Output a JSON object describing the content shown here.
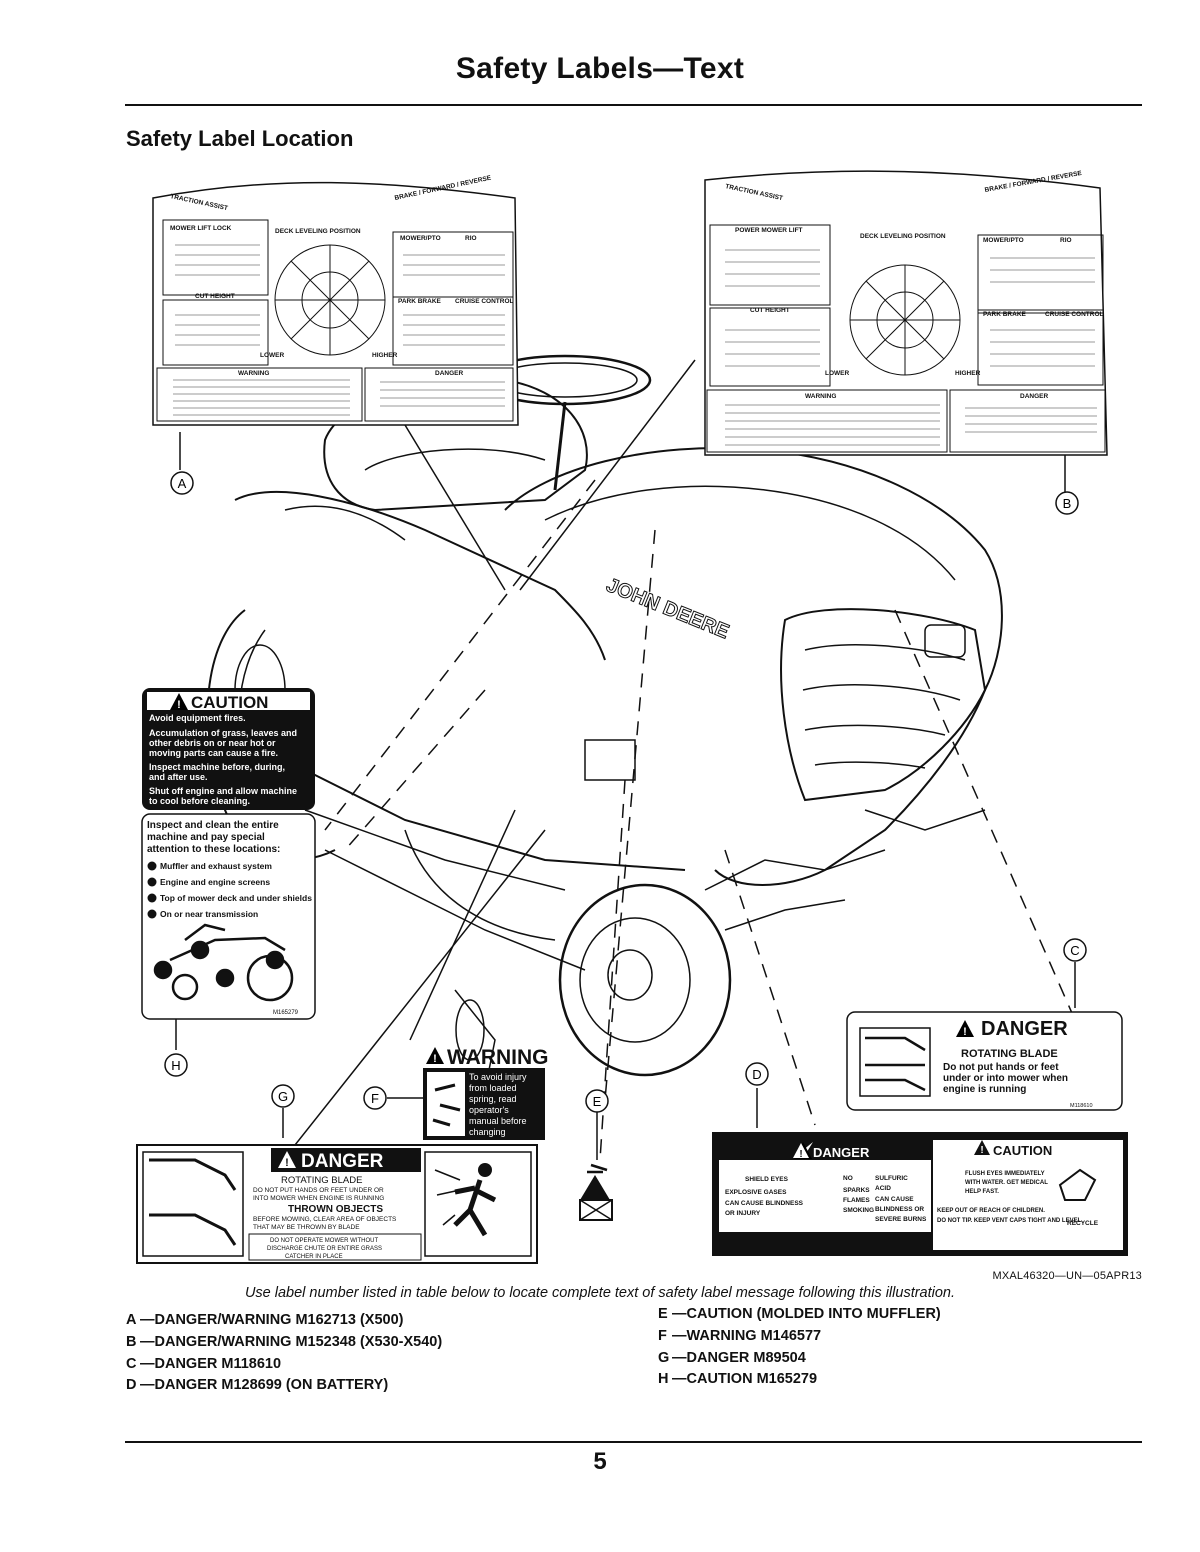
{
  "page": {
    "title": "Safety Labels—Text",
    "subtitle": "Safety Label Location",
    "figure_code": "MXAL46320—UN—05APR13",
    "caption": "Use label number listed in table below to locate complete text of safety label message following this illustration.",
    "page_number": "5"
  },
  "legend": {
    "left": [
      {
        "key": "A",
        "text": "—DANGER/WARNING M162713 (X500)"
      },
      {
        "key": "B",
        "text": "—DANGER/WARNING M152348 (X530-X540)"
      },
      {
        "key": "C",
        "text": "—DANGER M118610"
      },
      {
        "key": "D",
        "text": "—DANGER M128699 (ON BATTERY)"
      }
    ],
    "right": [
      {
        "key": "E",
        "text": "—CAUTION (MOLDED INTO MUFFLER)"
      },
      {
        "key": "F",
        "text": "—WARNING M146577"
      },
      {
        "key": "G",
        "text": "—DANGER M89504"
      },
      {
        "key": "H",
        "text": "—CAUTION M165279"
      }
    ]
  },
  "callouts": [
    "A",
    "B",
    "C",
    "D",
    "E",
    "F",
    "G",
    "H"
  ],
  "labels": {
    "tractor_brand": "JOHN DEERE",
    "label_a": {
      "traction_assist": "TRACTION ASSIST",
      "brake_forward_reverse": "BRAKE / FORWARD / REVERSE",
      "mower_lift_lock": "MOWER LIFT LOCK",
      "deck_leveling": "DECK LEVELING POSITION",
      "mower_pto": "MOWER/PTO",
      "rio": "RIO",
      "cut_height": "CUT HEIGHT",
      "park_brake": "PARK BRAKE",
      "cruise_control": "CRUISE CONTROL",
      "lower": "LOWER",
      "higher": "HIGHER",
      "warning": "WARNING",
      "danger": "DANGER"
    },
    "label_b": {
      "traction_assist": "TRACTION ASSIST",
      "brake_forward_reverse": "BRAKE / FORWARD / REVERSE",
      "power_mower_lift": "POWER MOWER LIFT",
      "deck_leveling": "DECK LEVELING POSITION",
      "mower_pto": "MOWER/PTO",
      "rio": "RIO",
      "cut_height": "CUT HEIGHT",
      "park_brake": "PARK BRAKE",
      "cruise_control": "CRUISE CONTROL",
      "lower": "LOWER",
      "higher": "HIGHER",
      "warning": "WARNING",
      "danger": "DANGER"
    },
    "caution_h": {
      "heading": "CAUTION",
      "line1": "Avoid equipment fires.",
      "line2": "Accumulation of grass, leaves and other debris on or near hot or moving parts can cause a fire.",
      "line3": "Inspect machine before, during, and after use.",
      "line4": "Shut off engine and allow machine to cool before cleaning.",
      "inspect_title": "Inspect and clean the entire machine and pay special attention to these locations:",
      "items": [
        "Muffler and exhaust system",
        "Engine and engine screens",
        "Top of mower deck and under shields",
        "On or near transmission"
      ],
      "part_number": "M165279"
    },
    "danger_c": {
      "heading": "DANGER",
      "line1": "ROTATING BLADE",
      "line2": "Do not put hands or feet under or into mower when engine is running",
      "part_number": "M118610"
    },
    "warning_f": {
      "heading": "WARNING",
      "text": "To avoid injury from loaded spring, read operator's manual before changing attachments."
    },
    "danger_g": {
      "heading": "DANGER",
      "rotating_blade": "ROTATING BLADE",
      "rotating_text": "DO NOT PUT HANDS OR FEET UNDER OR INTO MOWER WHEN ENGINE IS RUNNING",
      "thrown_objects": "THROWN OBJECTS",
      "thrown_text": "BEFORE MOWING, CLEAR AREA OF OBJECTS THAT MAY BE THROWN BY BLADE",
      "footer": "DO NOT OPERATE MOWER WITHOUT DISCHARGE CHUTE OR ENTIRE GRASS CATCHER IN PLACE"
    },
    "danger_d": {
      "danger_heading": "DANGER",
      "caution_heading": "CAUTION",
      "shield_eyes": "SHIELD EYES",
      "explosive_gases": "EXPLOSIVE GASES",
      "blindness": "CAN CAUSE BLINDNESS OR INJURY",
      "no": "NO",
      "sparks": "SPARKS",
      "flames": "FLAMES",
      "smoking": "SMOKING",
      "sulfuric": "SULFURIC ACID",
      "acid_text": "CAN CAUSE BLINDNESS OR SEVERE BURNS",
      "flush": "FLUSH EYES IMMEDIATELY WITH WATER. GET MEDICAL HELP FAST.",
      "children": "KEEP OUT OF REACH OF CHILDREN.",
      "no_tip": "DO NOT TIP. KEEP VENT CAPS TIGHT AND LEVEL.",
      "recycle": "RECYCLE"
    }
  }
}
